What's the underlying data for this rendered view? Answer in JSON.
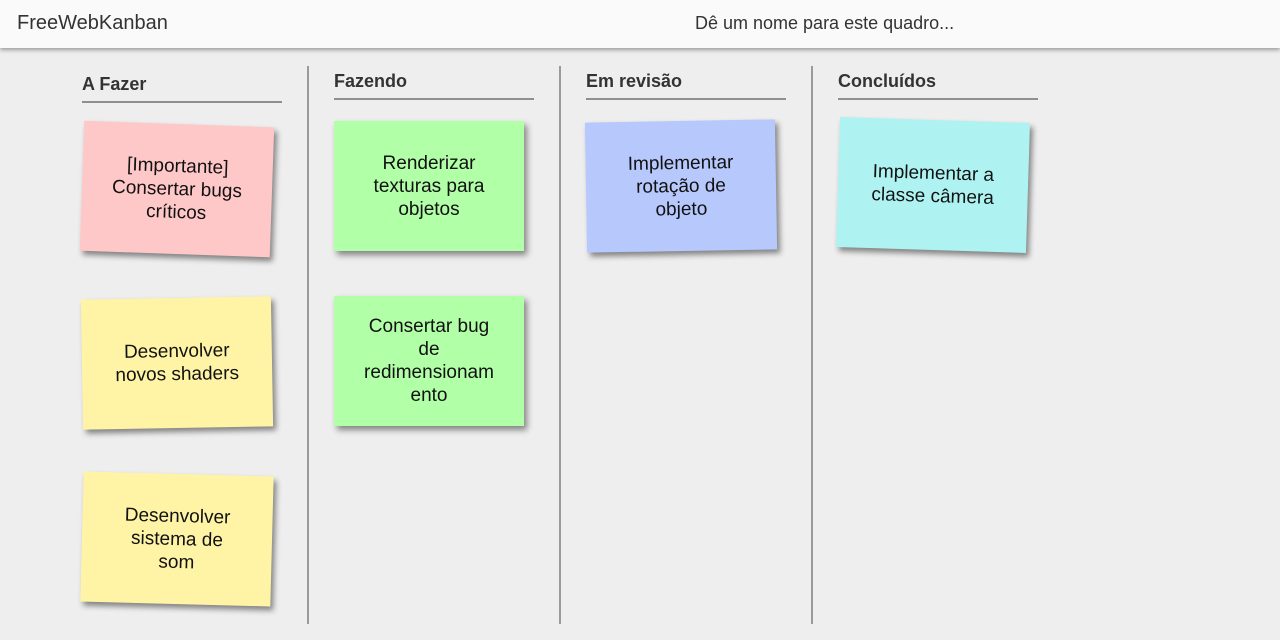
{
  "app": {
    "title": "FreeWebKanban",
    "board_name_placeholder": "Dê um nome para este quadro..."
  },
  "colors": {
    "red": "#ffc8c8",
    "yellow": "#fff4a6",
    "green": "#b1ffa6",
    "blue": "#b7c8fd",
    "cyan": "#aef3f1"
  },
  "columns": [
    {
      "title": "A Fazer",
      "notes": [
        {
          "text": "[Importante] Consertar bugs críticos",
          "color": "#ffc8c8"
        },
        {
          "text": "Desenvolver novos shaders",
          "color": "#fff4a6"
        },
        {
          "text": "Desenvolver sistema de som",
          "color": "#fff4a6"
        }
      ]
    },
    {
      "title": "Fazendo",
      "notes": [
        {
          "text": "Renderizar texturas para objetos",
          "color": "#b1ffa6"
        },
        {
          "text": "Consertar bug de redimensionamento",
          "color": "#b1ffa6"
        }
      ]
    },
    {
      "title": "Em revisão",
      "notes": [
        {
          "text": "Implementar rotação de objeto",
          "color": "#b7c8fd"
        }
      ]
    },
    {
      "title": "Concluídos",
      "notes": [
        {
          "text": "Implementar a classe câmera",
          "color": "#aef3f1"
        }
      ]
    }
  ]
}
